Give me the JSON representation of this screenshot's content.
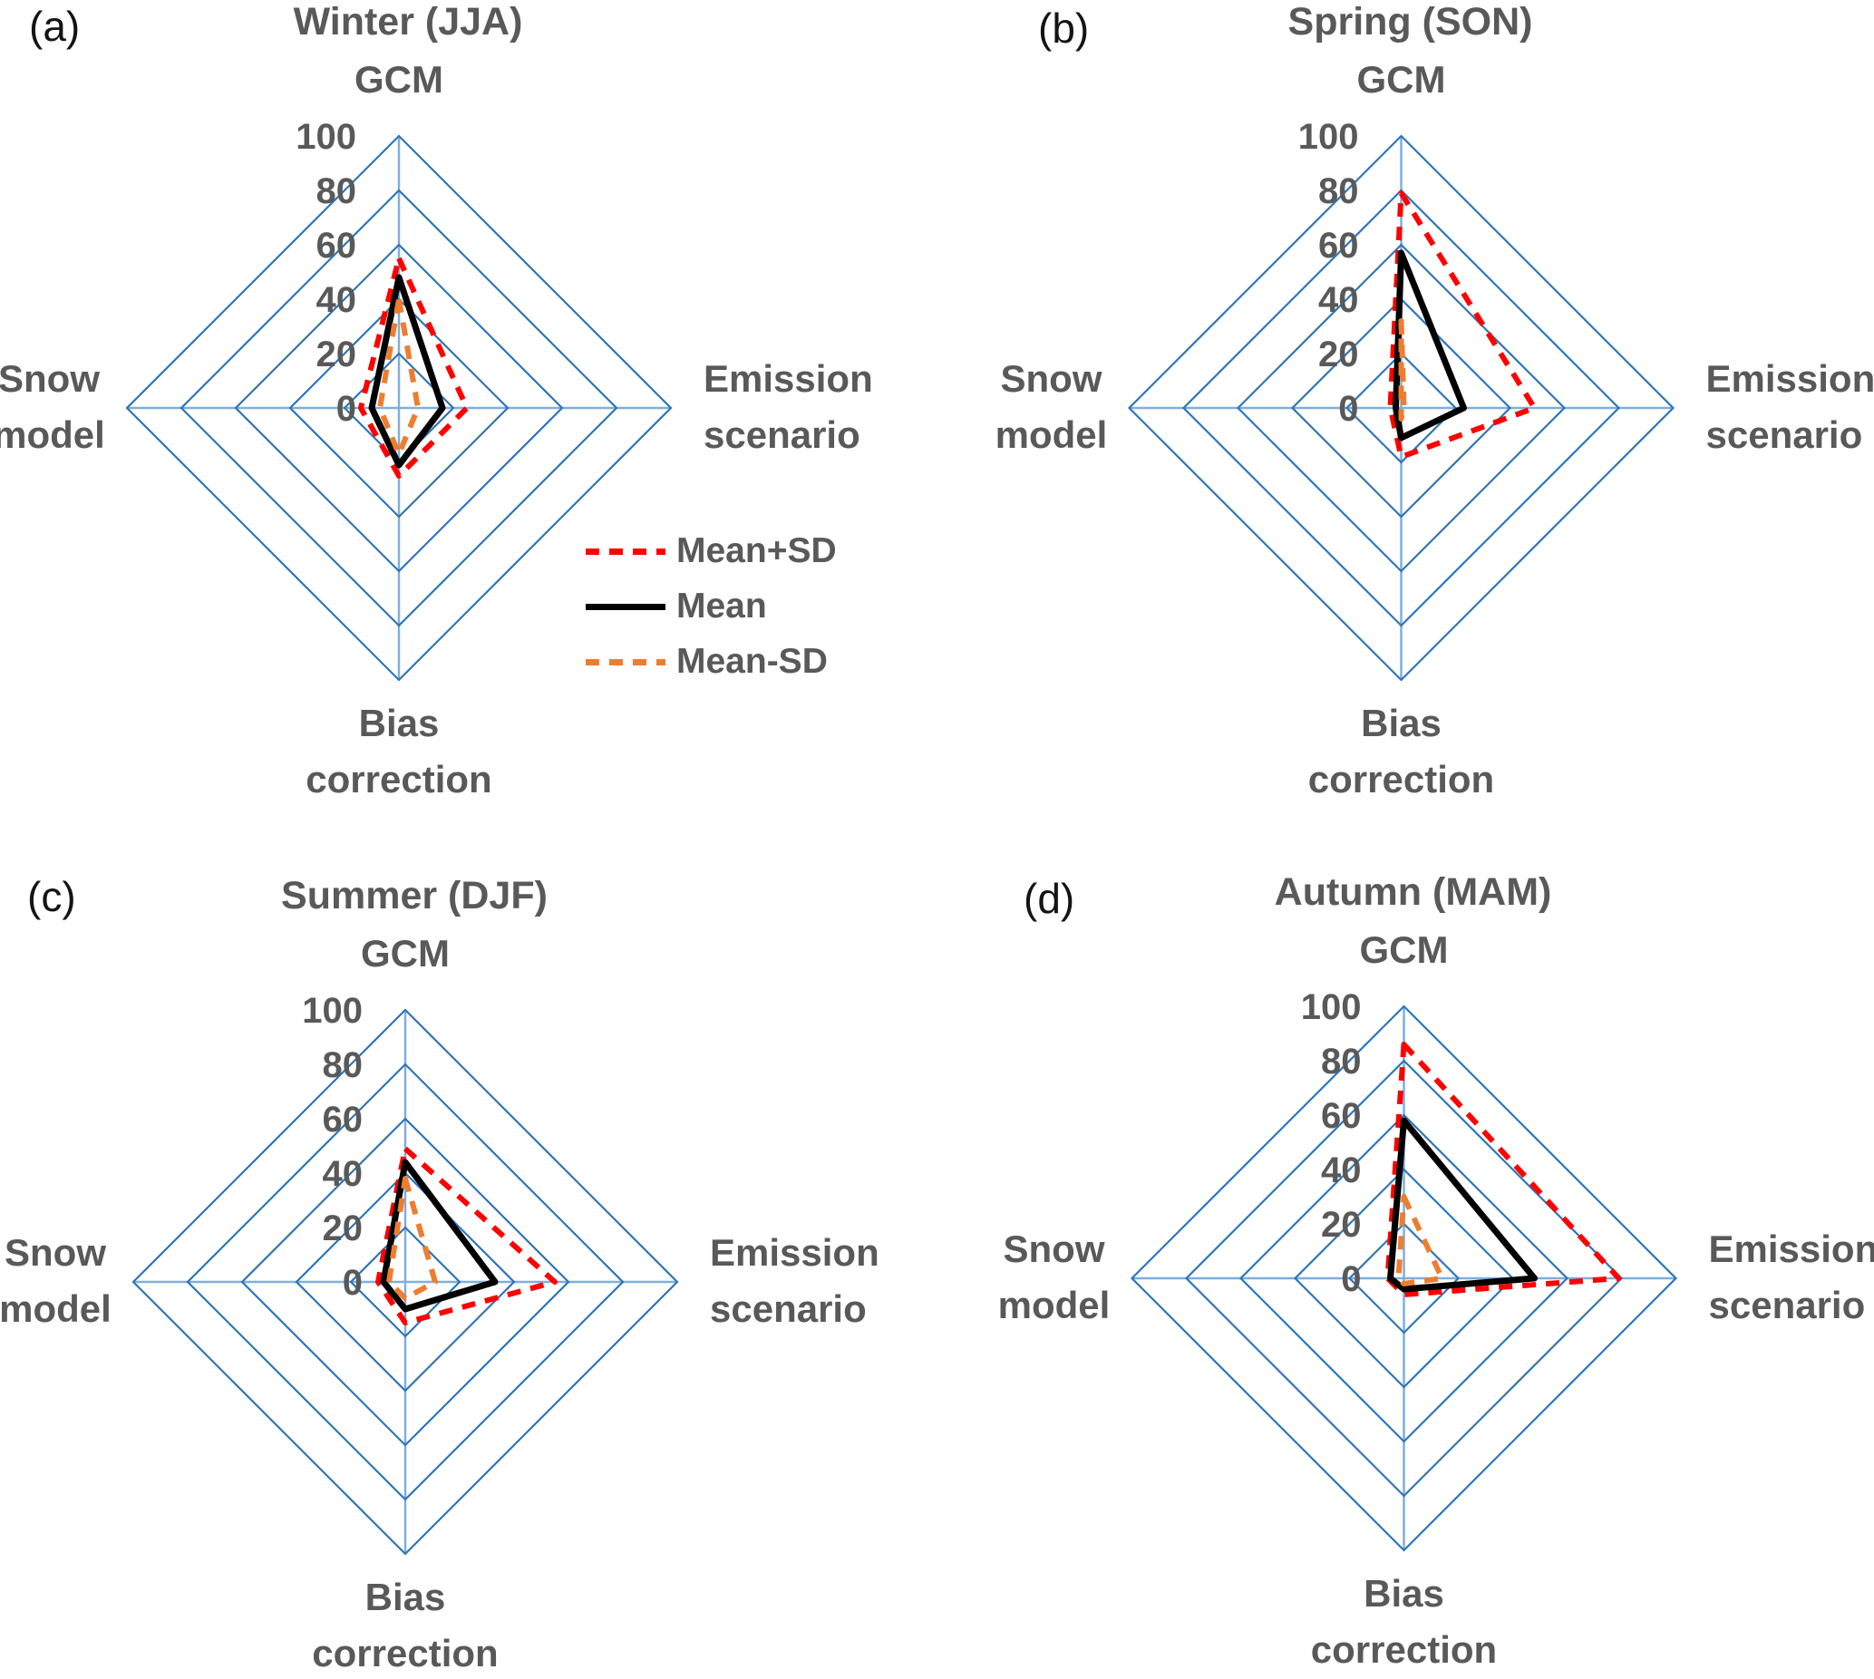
{
  "colors": {
    "grid_ring": "#2E75B6",
    "grid_spoke": "#7FAFDC",
    "label_text": "#595959",
    "panel_letter": "#141414",
    "mean_plus_sd": "#FF0000",
    "mean": "#000000",
    "mean_minus_sd": "#ED7D31"
  },
  "scale": {
    "min": 0,
    "max": 100,
    "step": 20,
    "ticks": [
      "100",
      "80",
      "60",
      "40",
      "20",
      "0"
    ]
  },
  "axis_labels": {
    "top": "GCM",
    "right_line1": "Emission",
    "right_line2": "scenario",
    "bottom_line1": "Bias",
    "bottom_line2": "correction",
    "left_line1": "Snow",
    "left_line2": "model"
  },
  "legend": {
    "items": [
      {
        "label": "Mean+SD",
        "color": "#FF0000",
        "dashed": true
      },
      {
        "label": "Mean",
        "color": "#000000",
        "dashed": false
      },
      {
        "label": "Mean-SD",
        "color": "#ED7D31",
        "dashed": true
      }
    ]
  },
  "chart_data": [
    {
      "type": "radar",
      "panel_letter": "(a)",
      "title": "Winter (JJA)",
      "categories": [
        "GCM",
        "Emission scenario",
        "Bias correction",
        "Snow model"
      ],
      "axis_range": [
        0,
        100
      ],
      "grid_step": 20,
      "series": [
        {
          "name": "Mean+SD",
          "values": [
            55,
            25,
            25,
            14
          ]
        },
        {
          "name": "Mean",
          "values": [
            48,
            16,
            21,
            10
          ]
        },
        {
          "name": "Mean-SD",
          "values": [
            40,
            7,
            17,
            7
          ]
        }
      ]
    },
    {
      "type": "radar",
      "panel_letter": "(b)",
      "title": "Spring (SON)",
      "categories": [
        "GCM",
        "Emission scenario",
        "Bias correction",
        "Snow model"
      ],
      "axis_range": [
        0,
        100
      ],
      "grid_step": 20,
      "series": [
        {
          "name": "Mean+SD",
          "values": [
            79,
            49,
            18,
            4
          ]
        },
        {
          "name": "Mean",
          "values": [
            57,
            23,
            11,
            2
          ]
        },
        {
          "name": "Mean-SD",
          "values": [
            32,
            1,
            4,
            0
          ]
        }
      ]
    },
    {
      "type": "radar",
      "panel_letter": "(c)",
      "title": "Summer (DJF)",
      "categories": [
        "GCM",
        "Emission scenario",
        "Bias correction",
        "Snow model"
      ],
      "axis_range": [
        0,
        100
      ],
      "grid_step": 20,
      "series": [
        {
          "name": "Mean+SD",
          "values": [
            49,
            55,
            15,
            10
          ]
        },
        {
          "name": "Mean",
          "values": [
            44,
            33,
            10,
            8
          ]
        },
        {
          "name": "Mean-SD",
          "values": [
            38,
            11,
            6,
            6
          ]
        }
      ]
    },
    {
      "type": "radar",
      "panel_letter": "(d)",
      "title": "Autumn (MAM)",
      "categories": [
        "GCM",
        "Emission scenario",
        "Bias correction",
        "Snow model"
      ],
      "axis_range": [
        0,
        100
      ],
      "grid_step": 20,
      "series": [
        {
          "name": "Mean+SD",
          "values": [
            86,
            79,
            6,
            6
          ]
        },
        {
          "name": "Mean",
          "values": [
            58,
            48,
            4,
            5
          ]
        },
        {
          "name": "Mean-SD",
          "values": [
            30,
            14,
            2,
            2
          ]
        }
      ]
    }
  ]
}
